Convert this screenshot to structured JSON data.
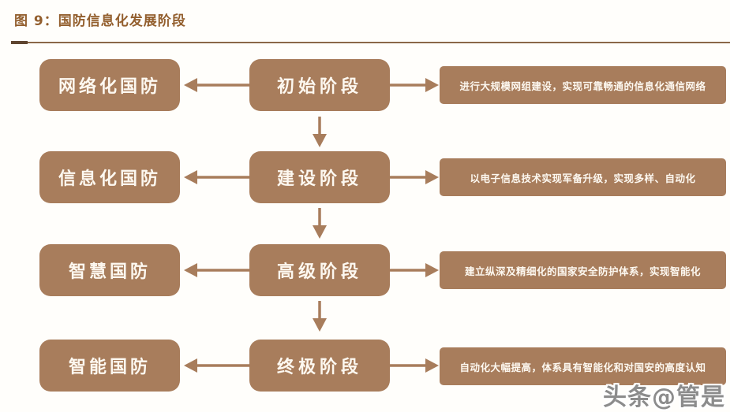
{
  "header": {
    "title": "图 9：国防信息化发展阶段"
  },
  "rows": [
    {
      "left_label": "网络化国防",
      "stage_label": "初始阶段",
      "description": "进行大规模网组建设，实现可靠畅通的信息化通信网络"
    },
    {
      "left_label": "信息化国防",
      "stage_label": "建设阶段",
      "description": "以电子信息技术实现军备升级，实现多样、自动化"
    },
    {
      "left_label": "智慧国防",
      "stage_label": "高级阶段",
      "description": "建立纵深及精细化的国家安全防护体系，实现智能化"
    },
    {
      "left_label": "智能国防",
      "stage_label": "终极阶段",
      "description": "自动化大幅提高，体系具有智能化和对国安的高度认知"
    }
  ],
  "watermark": {
    "text": "头条@管是"
  },
  "colors": {
    "box_fill": "#a87d5c",
    "box_text": "#fdf8f0",
    "title_text": "#935f2e",
    "divider": "#8a6848",
    "divider_tick": "#5f4530",
    "watermark_text": "#8c8c8c",
    "background": "#fffefb"
  }
}
